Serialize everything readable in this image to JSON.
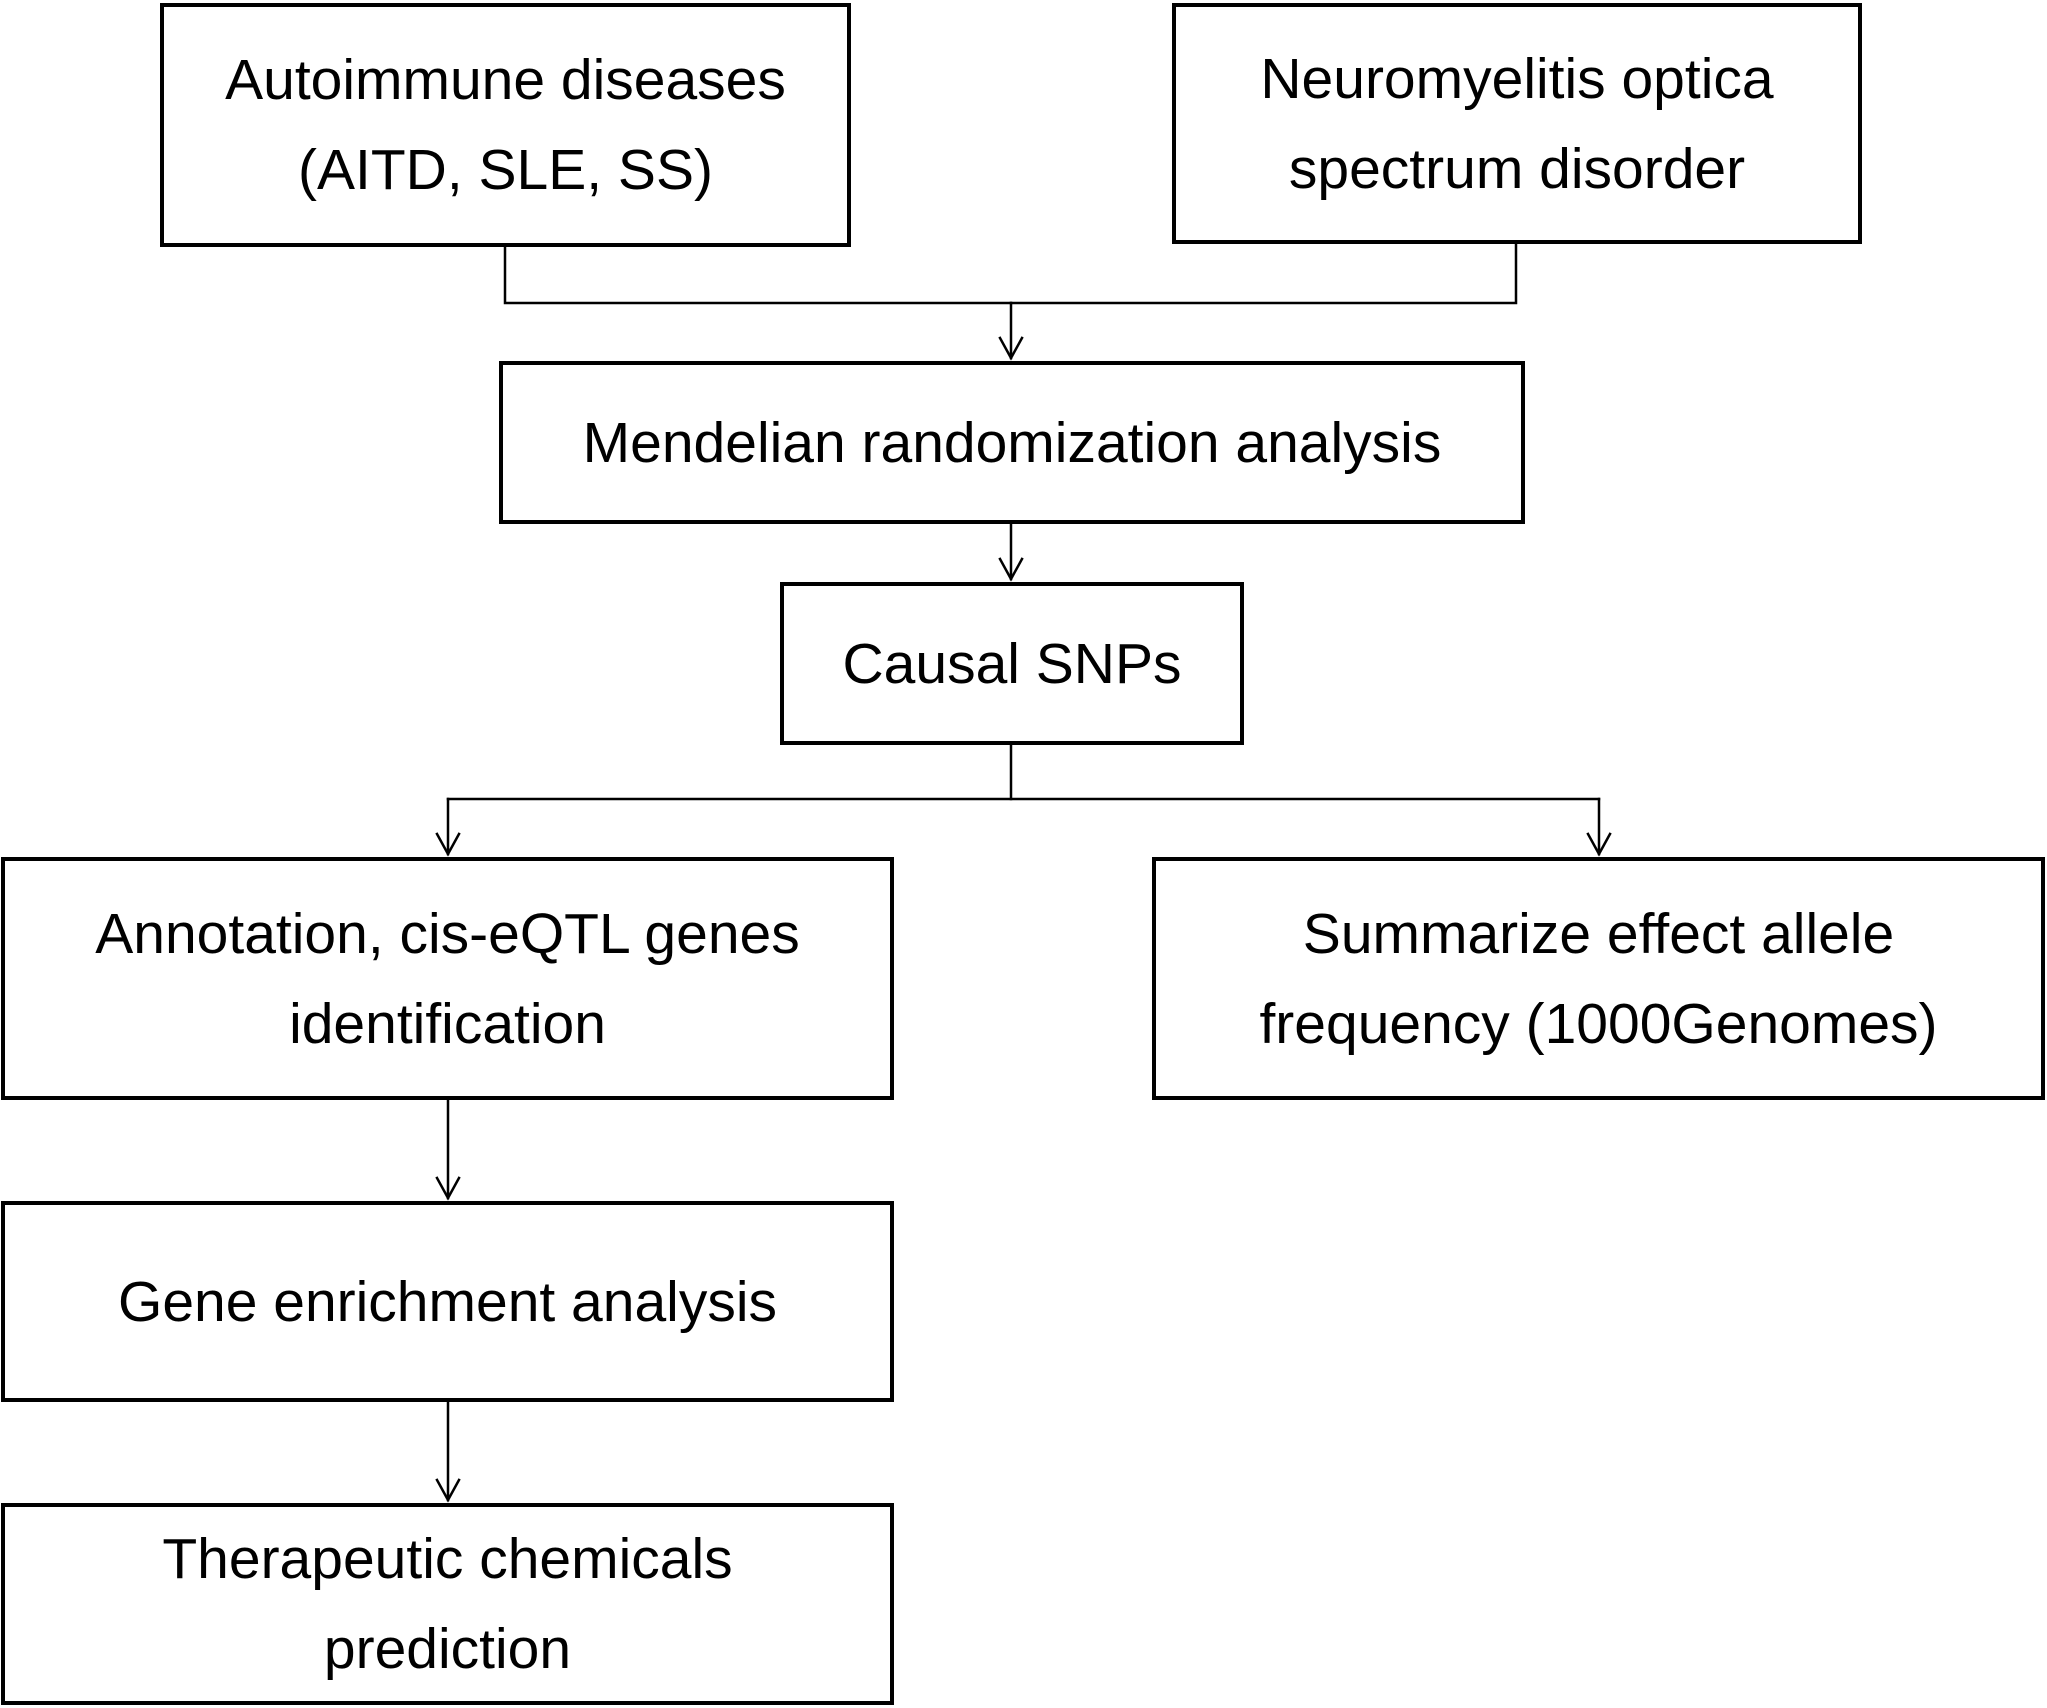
{
  "diagram": {
    "nodes": [
      {
        "id": "autoimmune",
        "lines": [
          "Autoimmune diseases",
          "(AITD, SLE, SS)"
        ]
      },
      {
        "id": "nmosd",
        "lines": [
          "Neuromyelitis optica",
          "spectrum disorder"
        ]
      },
      {
        "id": "mr",
        "lines": [
          "Mendelian randomization analysis"
        ]
      },
      {
        "id": "snps",
        "lines": [
          "Causal SNPs"
        ]
      },
      {
        "id": "annotation",
        "lines": [
          "Annotation, cis-eQTL genes",
          "identification"
        ]
      },
      {
        "id": "frequency",
        "lines": [
          "Summarize effect allele",
          "frequency (1000Genomes)"
        ]
      },
      {
        "id": "enrichment",
        "lines": [
          "Gene enrichment analysis"
        ]
      },
      {
        "id": "chemicals",
        "lines": [
          "Therapeutic chemicals",
          "prediction"
        ]
      }
    ],
    "edges": [
      {
        "from": [
          "autoimmune",
          "nmosd"
        ],
        "to": "mr"
      },
      {
        "from": "mr",
        "to": "snps"
      },
      {
        "from": "snps",
        "to": [
          "annotation",
          "frequency"
        ]
      },
      {
        "from": "annotation",
        "to": "enrichment"
      },
      {
        "from": "enrichment",
        "to": "chemicals"
      }
    ]
  }
}
